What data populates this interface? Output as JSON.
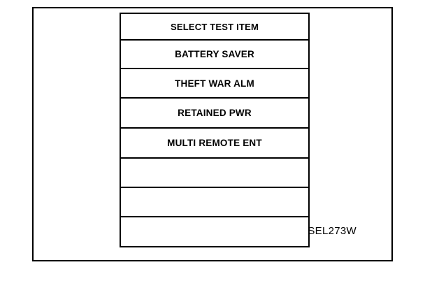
{
  "screen": {
    "header": "SELECT TEST ITEM",
    "items": [
      "BATTERY SAVER",
      "THEFT WAR ALM",
      "RETAINED PWR",
      "MULTI REMOTE ENT",
      "",
      "",
      ""
    ]
  },
  "figure_code": "SEL273W"
}
